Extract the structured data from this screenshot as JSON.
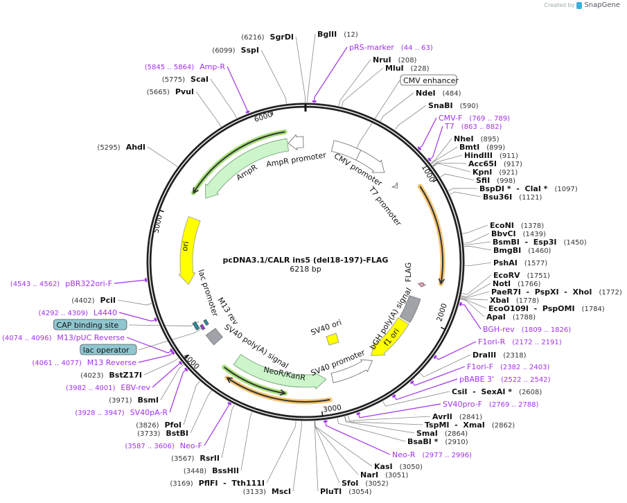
{
  "branding": {
    "created_by": "Created by",
    "app": "SnapGene"
  },
  "plasmid": {
    "name": "pcDNA3.1/CALR ins5 (del18-197)-FLAG",
    "size": "6218 bp",
    "length_bp": 6218
  },
  "ticks": [
    "1000",
    "2000",
    "3000",
    "4000",
    "5000",
    "6000"
  ],
  "colors": {
    "primer": "#a030e8",
    "backbone": "#222222",
    "ampr_fill": "#ccf5cc",
    "ori_fill": "#ffff00",
    "orf_orange": "#f7c572",
    "orf_green": "#a6e07a",
    "polyA": "#a0a4a8",
    "flag": "#d8a0b8",
    "box_fill": "#8fc6d0"
  },
  "sites": [
    {
      "name": "BglII",
      "pos": "(12)",
      "kind": "enzyme",
      "bp": 12
    },
    {
      "name": "pRS-marker",
      "pos": "(44 .. 63)",
      "kind": "primer",
      "bp": 54
    },
    {
      "name": "NruI",
      "pos": "(208)",
      "kind": "enzyme",
      "bp": 208
    },
    {
      "name": "MluI",
      "pos": "(228)",
      "kind": "enzyme",
      "bp": 228
    },
    {
      "name": "CMV enhancer",
      "kind": "box",
      "bp": 420
    },
    {
      "name": "NdeI",
      "pos": "(484)",
      "kind": "enzyme",
      "bp": 484
    },
    {
      "name": "SnaBI",
      "pos": "(590)",
      "kind": "enzyme",
      "bp": 590
    },
    {
      "name": "CMV-F",
      "pos": "(769 .. 789)",
      "kind": "primer",
      "bp": 779
    },
    {
      "name": "T7",
      "pos": "(863 .. 882)",
      "kind": "primer",
      "bp": 872
    },
    {
      "name": "NheI",
      "pos": "(895)",
      "kind": "enzyme",
      "bp": 895
    },
    {
      "name": "BmtI",
      "pos": "(899)",
      "kind": "enzyme",
      "bp": 899
    },
    {
      "name": "HindIII",
      "pos": "(911)",
      "kind": "enzyme",
      "bp": 911
    },
    {
      "name": "Acc65I",
      "pos": "(917)",
      "kind": "enzyme",
      "bp": 917
    },
    {
      "name": "KpnI",
      "pos": "(921)",
      "kind": "enzyme",
      "bp": 921
    },
    {
      "name": "SfiI",
      "pos": "(998)",
      "kind": "enzyme",
      "bp": 998
    },
    {
      "name": "BspDI *  -  ClaI *",
      "pos": "(1097)",
      "kind": "enzyme",
      "bp": 1097
    },
    {
      "name": "Bsu36I",
      "pos": "(1121)",
      "kind": "enzyme",
      "bp": 1121
    },
    {
      "name": "EcoNI",
      "pos": "(1378)",
      "kind": "enzyme",
      "bp": 1378
    },
    {
      "name": "BbvCI",
      "pos": "(1439)",
      "kind": "enzyme",
      "bp": 1439
    },
    {
      "name": "BsmBI  -  Esp3I",
      "pos": "(1450)",
      "kind": "enzyme",
      "bp": 1450
    },
    {
      "name": "BmgBI",
      "pos": "(1460)",
      "kind": "enzyme",
      "bp": 1460
    },
    {
      "name": "PshAI",
      "pos": "(1577)",
      "kind": "enzyme",
      "bp": 1577
    },
    {
      "name": "EcoRV",
      "pos": "(1751)",
      "kind": "enzyme",
      "bp": 1751
    },
    {
      "name": "NotI",
      "pos": "(1766)",
      "kind": "enzyme",
      "bp": 1766
    },
    {
      "name": "PaeR7I  -  PspXI  -  XhoI",
      "pos": "(1772)",
      "kind": "enzyme",
      "bp": 1772
    },
    {
      "name": "XbaI",
      "pos": "(1778)",
      "kind": "enzyme",
      "bp": 1778
    },
    {
      "name": "EcoO109I  -  PspOMI",
      "pos": "(1784)",
      "kind": "enzyme",
      "bp": 1784
    },
    {
      "name": "ApaI",
      "pos": "(1788)",
      "kind": "enzyme",
      "bp": 1788
    },
    {
      "name": "BGH-rev",
      "pos": "(1809 .. 1826)",
      "kind": "primer",
      "bp": 1817
    },
    {
      "name": "F1ori-R",
      "pos": "(2172 .. 2191)",
      "kind": "primer",
      "bp": 2181
    },
    {
      "name": "DraIII",
      "pos": "(2318)",
      "kind": "enzyme",
      "bp": 2318
    },
    {
      "name": "F1ori-F",
      "pos": "(2382 .. 2403)",
      "kind": "primer",
      "bp": 2392
    },
    {
      "name": "pBABE 3'",
      "pos": "(2522 .. 2542)",
      "kind": "primer",
      "bp": 2532
    },
    {
      "name": "CsiI  -  SexAI *",
      "pos": "(2608)",
      "kind": "enzyme",
      "bp": 2608
    },
    {
      "name": "SV40pro-F",
      "pos": "(2769 .. 2788)",
      "kind": "primer",
      "bp": 2778
    },
    {
      "name": "AvrII",
      "pos": "(2841)",
      "kind": "enzyme",
      "bp": 2841
    },
    {
      "name": "TspMI  -  XmaI",
      "pos": "(2862)",
      "kind": "enzyme",
      "bp": 2862
    },
    {
      "name": "SmaI",
      "pos": "(2864)",
      "kind": "enzyme",
      "bp": 2864
    },
    {
      "name": "BsaBI *",
      "pos": "(2910)",
      "kind": "enzyme",
      "bp": 2910
    },
    {
      "name": "Neo-R",
      "pos": "(2977 .. 2996)",
      "kind": "primer",
      "bp": 2986
    },
    {
      "name": "KasI",
      "pos": "(3050)",
      "kind": "enzyme",
      "bp": 3050
    },
    {
      "name": "NarI",
      "pos": "(3051)",
      "kind": "enzyme",
      "bp": 3051
    },
    {
      "name": "SfoI",
      "pos": "(3052)",
      "kind": "enzyme",
      "bp": 3052
    },
    {
      "name": "PluTI",
      "pos": "(3054)",
      "kind": "enzyme",
      "bp": 3054
    },
    {
      "name": "MscI",
      "pos": "(3133)",
      "kind": "enzyme",
      "bp": 3133
    },
    {
      "name": "PflFI  -  Tth111I",
      "pos": "(3169)",
      "kind": "enzyme",
      "bp": 3169
    },
    {
      "name": "BssHII",
      "pos": "(3448)",
      "kind": "enzyme",
      "bp": 3448
    },
    {
      "name": "RsrII",
      "pos": "(3567)",
      "kind": "enzyme",
      "bp": 3567
    },
    {
      "name": "Neo-F",
      "pos": "(3587 .. 3606)",
      "kind": "primer",
      "bp": 3596
    },
    {
      "name": "BstBI",
      "pos": "(3733)",
      "kind": "enzyme",
      "bp": 3733
    },
    {
      "name": "PfoI",
      "pos": "(3826)",
      "kind": "enzyme",
      "bp": 3826
    },
    {
      "name": "SV40pA-R",
      "pos": "(3928 .. 3947)",
      "kind": "primer",
      "bp": 3937
    },
    {
      "name": "BsmI",
      "pos": "(3971)",
      "kind": "enzyme",
      "bp": 3971
    },
    {
      "name": "EBV-rev",
      "pos": "(3982 .. 4001)",
      "kind": "primer",
      "bp": 3991
    },
    {
      "name": "BstZ17I",
      "pos": "(4023)",
      "kind": "enzyme",
      "bp": 4023
    },
    {
      "name": "M13 Reverse",
      "pos": "(4061 .. 4077)",
      "kind": "primer",
      "bp": 4069
    },
    {
      "name": "lac operator",
      "kind": "box",
      "bp": 4100
    },
    {
      "name": "M13/pUC Reverse",
      "pos": "(4074 .. 4096)",
      "kind": "primer",
      "bp": 4085
    },
    {
      "name": "CAP binding site",
      "kind": "box",
      "bp": 4160
    },
    {
      "name": "L4440",
      "pos": "(4292 .. 4309)",
      "kind": "primer",
      "bp": 4300
    },
    {
      "name": "PciI",
      "pos": "(4402)",
      "kind": "enzyme",
      "bp": 4402
    },
    {
      "name": "pBR322ori-F",
      "pos": "(4543 .. 4562)",
      "kind": "primer",
      "bp": 4552
    },
    {
      "name": "AhdI",
      "pos": "(5295)",
      "kind": "enzyme",
      "bp": 5295
    },
    {
      "name": "PvuI",
      "pos": "(5665)",
      "kind": "enzyme",
      "bp": 5665
    },
    {
      "name": "ScaI",
      "pos": "(5775)",
      "kind": "enzyme",
      "bp": 5775
    },
    {
      "name": "Amp-R",
      "pos": "(5845 .. 5864)",
      "kind": "primer",
      "bp": 5854
    },
    {
      "name": "SspI",
      "pos": "(6099)",
      "kind": "enzyme",
      "bp": 6099
    },
    {
      "name": "SgrDI",
      "pos": "(6216)",
      "kind": "enzyme",
      "bp": 6216
    }
  ],
  "features": [
    {
      "label": "AmpR promoter"
    },
    {
      "label": "AmpR"
    },
    {
      "label": "CMV promoter"
    },
    {
      "label": "T7 promoter"
    },
    {
      "label": "ori"
    },
    {
      "label": "FLAG"
    },
    {
      "label": "bGH poly(A) signal"
    },
    {
      "label": "f1 ori"
    },
    {
      "label": "SV40 promoter"
    },
    {
      "label": "SV40 ori"
    },
    {
      "label": "NeoR/KanR"
    },
    {
      "label": "SV40 poly(A) signal"
    },
    {
      "label": "lac promoter"
    },
    {
      "label": "M13 rev"
    }
  ]
}
